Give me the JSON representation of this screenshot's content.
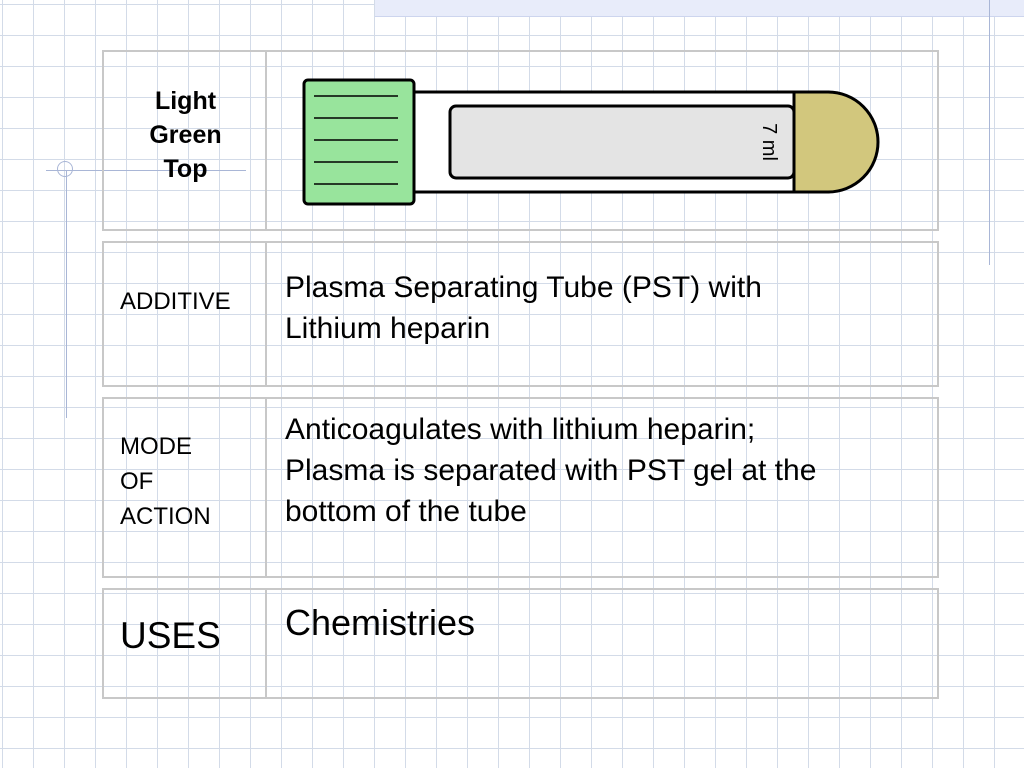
{
  "tube": {
    "title_lines": [
      "Light",
      "Green",
      "Top"
    ],
    "volume_label": "7 ml",
    "colors": {
      "cap": "#98e49c",
      "stopper": "#d2c77d",
      "label": "#e4e4e4",
      "outline": "#000000"
    }
  },
  "additive": {
    "label": "ADDITIVE",
    "text_lines": [
      "Plasma Separating Tube (PST) with",
      "Lithium heparin"
    ]
  },
  "mode": {
    "label_lines": [
      "MODE",
      "OF",
      "ACTION"
    ],
    "text_lines": [
      "Anticoagulates with lithium heparin;",
      "Plasma is separated with PST gel at the",
      "bottom of the tube"
    ]
  },
  "uses": {
    "label": "USES",
    "text": "Chemistries"
  }
}
